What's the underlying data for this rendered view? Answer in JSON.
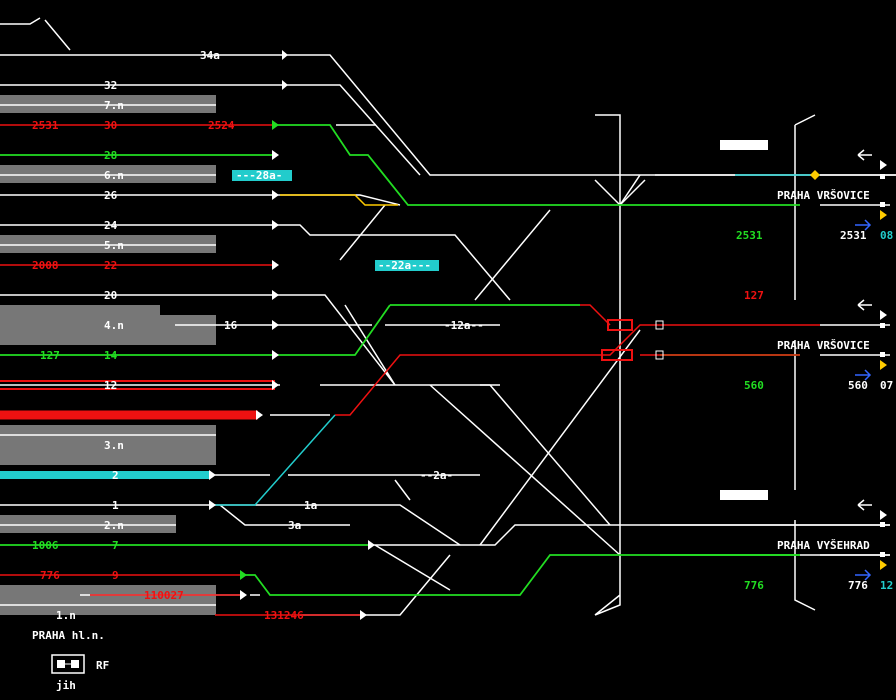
{
  "colors": {
    "background": "#000000",
    "free": "#ffffff",
    "route": "#22dd22",
    "occupied": "#ee1111",
    "shunt": "#22cccc",
    "caution": "#ffcc00",
    "info": "#3366ff",
    "platform": "#888888"
  },
  "platforms": [
    {
      "label": "7.n"
    },
    {
      "label": "6.n"
    },
    {
      "label": "5.n"
    },
    {
      "label": "4.n"
    },
    {
      "label": "3.n"
    },
    {
      "label": "2.n"
    },
    {
      "label": "1.n"
    }
  ],
  "tracks": [
    {
      "num": "34a",
      "train": ""
    },
    {
      "num": "32",
      "train": ""
    },
    {
      "num": "30",
      "train": "2531",
      "train2": "2524"
    },
    {
      "num": "28",
      "train": ""
    },
    {
      "num": "26",
      "train": ""
    },
    {
      "num": "24",
      "train": ""
    },
    {
      "num": "22",
      "train": "2008"
    },
    {
      "num": "20",
      "train": ""
    },
    {
      "num": "16",
      "train": ""
    },
    {
      "num": "14",
      "train": "127"
    },
    {
      "num": "12",
      "train": ""
    },
    {
      "num": "2",
      "train": ""
    },
    {
      "num": "1",
      "train": ""
    },
    {
      "num": "1a",
      "train": ""
    },
    {
      "num": "3a",
      "train": ""
    },
    {
      "num": "7",
      "train": "1006"
    },
    {
      "num": "9",
      "train": "776"
    },
    {
      "num": "110027",
      "train": ""
    },
    {
      "num": "131246",
      "train": ""
    }
  ],
  "shunt_labels": [
    "---28a-",
    "--22a---",
    "-12a--",
    "--2a-"
  ],
  "destinations": [
    {
      "name": "PRAHA VRŠOVICE",
      "train_in": "2531",
      "train_out": "2531",
      "code": "08"
    },
    {
      "name": "PRAHA VRŠOVICE",
      "train_in": "560",
      "train_out": "560",
      "code": "07",
      "mid_train": "127"
    },
    {
      "name": "PRAHA VYŠEHRAD",
      "train_in": "776",
      "train_out": "776",
      "code": "12"
    }
  ],
  "station": {
    "name": "PRAHA hl.n.",
    "side": "jih",
    "rf_label": "RF"
  },
  "icons": [
    "arrow-left-icon",
    "signal-icon",
    "rf-console-icon"
  ]
}
